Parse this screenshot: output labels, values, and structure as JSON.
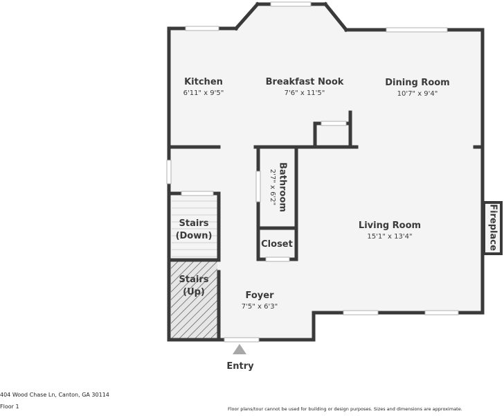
{
  "address": "404 Wood Chase Ln, Canton, GA 30114",
  "floor_label": "Floor 1",
  "disclaimer": "Floor plans/tour cannot be used for building or design purposes. Sizes and dimensions are approximate.",
  "entry_label": "Entry",
  "rooms": {
    "kitchen": {
      "name": "Kitchen",
      "dims": "6'11\" x 9'5\""
    },
    "breakfast_nook": {
      "name": "Breakfast Nook",
      "dims": "7'6\" x 11'5\""
    },
    "dining_room": {
      "name": "Dining Room",
      "dims": "10'7\" x 9'4\""
    },
    "bathroom": {
      "name": "Bathroom",
      "dims": "2'7\" x 6'2\""
    },
    "living_room": {
      "name": "Living Room",
      "dims": "15'1\" x 13'4\""
    },
    "closet": {
      "name": "Closet"
    },
    "stairs_down": {
      "name_line1": "Stairs",
      "name_line2": "(Down)"
    },
    "stairs_up": {
      "name_line1": "Stairs",
      "name_line2": "(Up)"
    },
    "foyer": {
      "name": "Foyer",
      "dims": "7'5\" x 6'3\""
    },
    "fireplace": {
      "name": "Fireplace"
    }
  }
}
